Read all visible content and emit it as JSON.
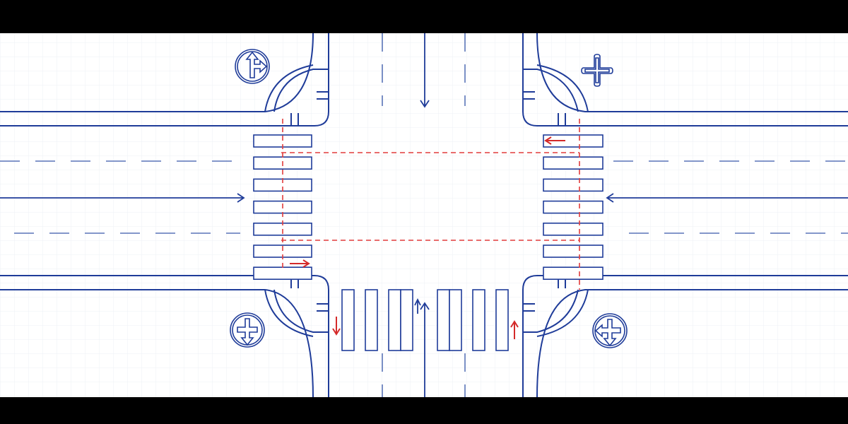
{
  "colors": {
    "letterbox": "#000000",
    "paper": "#ffffff",
    "grid": "#eef1f6",
    "road_line": "#1f3c99",
    "lane_dash": "#5a74b8",
    "ped_path": "#e23c3c",
    "ped_arrow": "#d42a2a",
    "sign_stroke": "#1f3c99",
    "sign_fill": "#ffffff"
  },
  "signs": [
    {
      "name": "sign-straight-right-icon",
      "corner": "top-left",
      "arrows": [
        "up",
        "right"
      ]
    },
    {
      "name": "sign-cross-icon",
      "corner": "top-right",
      "arrows": []
    },
    {
      "name": "sign-straight-down-icon",
      "corner": "bottom-left",
      "arrows": [
        "down"
      ]
    },
    {
      "name": "sign-straight-left-icon",
      "corner": "bottom-right",
      "arrows": [
        "down",
        "left"
      ]
    }
  ],
  "crosswalks": [
    {
      "name": "crosswalk-west",
      "orientation": "vertical",
      "stripes": 7
    },
    {
      "name": "crosswalk-east",
      "orientation": "vertical",
      "stripes": 7
    },
    {
      "name": "crosswalk-south",
      "orientation": "horizontal",
      "stripes": 8
    }
  ],
  "traffic_arrows": [
    {
      "name": "traffic-arrow-north-down-icon",
      "direction": "down"
    },
    {
      "name": "traffic-arrow-west-right-icon",
      "direction": "right"
    },
    {
      "name": "traffic-arrow-east-left-icon",
      "direction": "left"
    },
    {
      "name": "traffic-arrow-south-up-icon",
      "direction": "up"
    }
  ],
  "pedestrian_arrows": [
    {
      "name": "pedestrian-arrow-east-left-icon",
      "direction": "left"
    },
    {
      "name": "pedestrian-arrow-west-right-icon",
      "direction": "right"
    },
    {
      "name": "pedestrian-arrow-south-west-down-icon",
      "direction": "down"
    },
    {
      "name": "pedestrian-arrow-south-east-up-icon",
      "direction": "up"
    }
  ]
}
